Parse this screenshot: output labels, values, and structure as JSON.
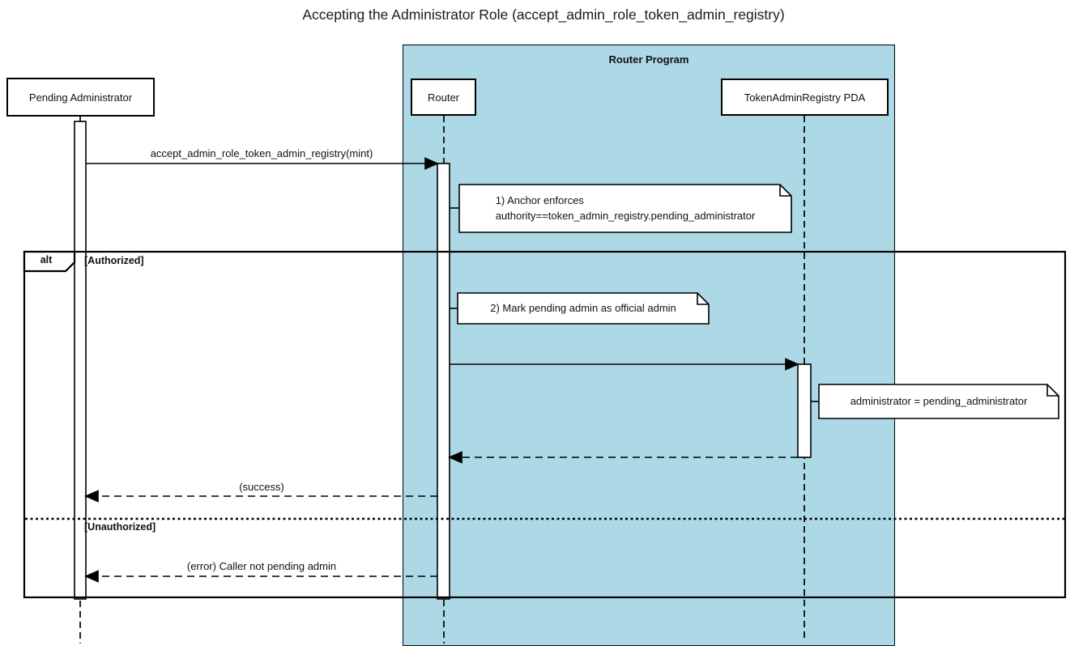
{
  "title": "Accepting the Administrator Role (accept_admin_role_token_admin_registry)",
  "colors": {
    "group_fill": "#ADD8E6",
    "stroke": "#000000",
    "participant_fill": "#FFFFFF",
    "note_fill": "#FFFFFF"
  },
  "group": {
    "label": "Router Program"
  },
  "participants": [
    {
      "id": "pending_admin",
      "label": "Pending Administrator"
    },
    {
      "id": "router",
      "label": "Router",
      "group": "Router Program"
    },
    {
      "id": "token_admin_registry_pda",
      "label": "TokenAdminRegistry PDA",
      "group": "Router Program"
    }
  ],
  "messages": [
    {
      "from": "pending_admin",
      "to": "router",
      "label": "accept_admin_role_token_admin_registry(mint)",
      "style": "solid"
    },
    {
      "from": "router",
      "to": "token_admin_registry_pda",
      "label": "",
      "style": "solid"
    },
    {
      "from": "token_admin_registry_pda",
      "to": "router",
      "label": "",
      "style": "dashed"
    },
    {
      "from": "router",
      "to": "pending_admin",
      "label": "(success)",
      "style": "dashed"
    },
    {
      "from": "router",
      "to": "pending_admin",
      "label": "(error) Caller not pending admin",
      "style": "dashed"
    }
  ],
  "notes": [
    {
      "attached_to": "router",
      "text": "1) Anchor enforces\nauthority==token_admin_registry.pending_administrator"
    },
    {
      "attached_to": "router",
      "text": "2) Mark pending admin as official admin"
    },
    {
      "attached_to": "token_admin_registry_pda",
      "text": "administrator = pending_administrator"
    }
  ],
  "alt": {
    "operator": "alt",
    "guard_authorized": "[Authorized]",
    "guard_unauthorized": "[Unauthorized]"
  }
}
